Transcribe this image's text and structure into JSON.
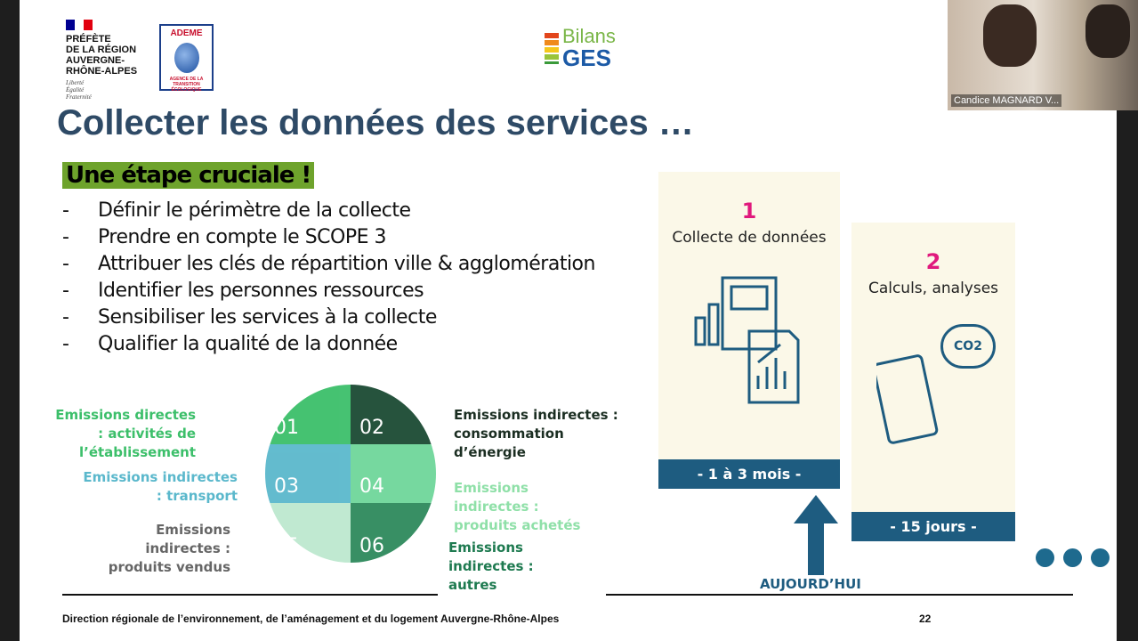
{
  "logos": {
    "prefecture": [
      "PRÉFÈTE",
      "DE LA RÉGION",
      "AUVERGNE-",
      "RHÔNE-ALPES"
    ],
    "devise": [
      "Liberté",
      "Égalité",
      "Fraternité"
    ],
    "ademe": "ADEME",
    "ademe_sub": "AGENCE DE LA TRANSITION ÉCOLOGIQUE",
    "bilans": "Bilans",
    "ges": "GES"
  },
  "slide": {
    "title": "Collecter les données des services …",
    "highlight": "Une étape cruciale !",
    "bullets": [
      "Définir le périmètre de la collecte",
      "Prendre en compte le SCOPE 3",
      "Attribuer les clés de répartition ville & agglomération",
      "Identifier les personnes ressources",
      "Sensibiliser les services à la collecte",
      "Qualifier la qualité de la donnée"
    ],
    "bullet_marker": "-",
    "emissions": {
      "e1": "Emissions directes : activités de l’établissement",
      "e2": "Emissions indirectes : consommation d’énergie",
      "e3": "Emissions indirectes : transport",
      "e4": "Emissions indirectes : produits achetés",
      "e5": "Emissions indirectes : produits vendus",
      "e6": "Emissions indirectes : autres"
    },
    "puzzle": [
      "01",
      "02",
      "03",
      "04",
      "05",
      "06"
    ],
    "steps": [
      {
        "num": "1",
        "title": "Collecte de données",
        "duration": "- 1 à 3 mois -"
      },
      {
        "num": "2",
        "title": "Calculs, analyses",
        "duration": "- 15 jours -",
        "icon_text": "CO2"
      }
    ],
    "today": "AUJOURD’HUI",
    "footer": "Direction régionale de l’environnement, de l’aménagement et du logement Auvergne-Rhône-Alpes",
    "page": "22"
  },
  "video": {
    "participant": "Candice MAGNARD V..."
  },
  "colors": {
    "title": "#2e4a66",
    "highlight": "#6ea32c",
    "step_num": "#e0197d",
    "band": "#1e5c80"
  }
}
